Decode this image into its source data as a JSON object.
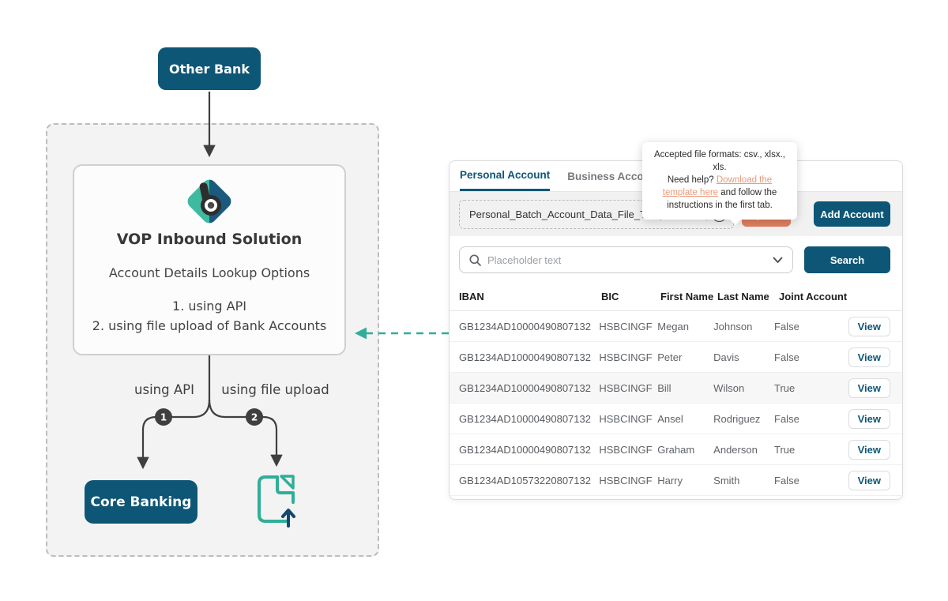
{
  "colors": {
    "dark_teal": "#0E5676",
    "salmon": "#DF7E5E",
    "salmon_link": "#E8997B",
    "teal": "#2FAE99",
    "logo_green": "#3DBA9F",
    "logo_navy": "#1B5A7E"
  },
  "diagram": {
    "other_bank_label": "Other Bank",
    "title": "VOP Inbound Solution",
    "subtitle": "Account Details Lookup Options",
    "option1": "1. using API",
    "option2": "2. using file upload of Bank Accounts",
    "branch1_label": "using API",
    "branch2_label": "using file upload",
    "branch1_number": "1",
    "branch2_number": "2",
    "core_banking_label": "Core Banking"
  },
  "panel": {
    "tabs": [
      {
        "label": "Personal Account"
      },
      {
        "label": "Business Account"
      }
    ],
    "tooltip": {
      "line1": "Accepted file formats: csv., xlsx., xls.",
      "pre_link": "Need help? ",
      "link_text": "Download the template here",
      "post_link": " and follow the instructions in the first tab."
    },
    "upload": {
      "file_name": "Personal_Batch_Account_Data_File_Template.csv",
      "clear_label": "✕",
      "help_label": "?",
      "upload_label": "Upload",
      "add_account_label": "Add Account"
    },
    "search": {
      "placeholder": "Placeholder text",
      "button_label": "Search"
    },
    "table": {
      "columns": [
        "IBAN",
        "BIC",
        "First Name",
        "Last Name",
        "Joint Account"
      ],
      "action_label": "View",
      "rows": [
        {
          "iban": "GB1234AD10000490807132",
          "bic": "HSBCINGF",
          "first": "Megan",
          "last": "Johnson",
          "joint": "False",
          "highlight": false
        },
        {
          "iban": "GB1234AD10000490807132",
          "bic": "HSBCINGF",
          "first": "Peter",
          "last": "Davis",
          "joint": "False",
          "highlight": false
        },
        {
          "iban": "GB1234AD10000490807132",
          "bic": "HSBCINGF",
          "first": "Bill",
          "last": "Wilson",
          "joint": "True",
          "highlight": true
        },
        {
          "iban": "GB1234AD10000490807132",
          "bic": "HSBCINGF",
          "first": "Ansel",
          "last": "Rodriguez",
          "joint": "False",
          "highlight": false
        },
        {
          "iban": "GB1234AD10000490807132",
          "bic": "HSBCINGF",
          "first": "Graham",
          "last": "Anderson",
          "joint": "True",
          "highlight": false
        },
        {
          "iban": "GB1234AD10573220807132",
          "bic": "HSBCINGF",
          "first": "Harry",
          "last": "Smith",
          "joint": "False",
          "highlight": false
        }
      ]
    }
  }
}
